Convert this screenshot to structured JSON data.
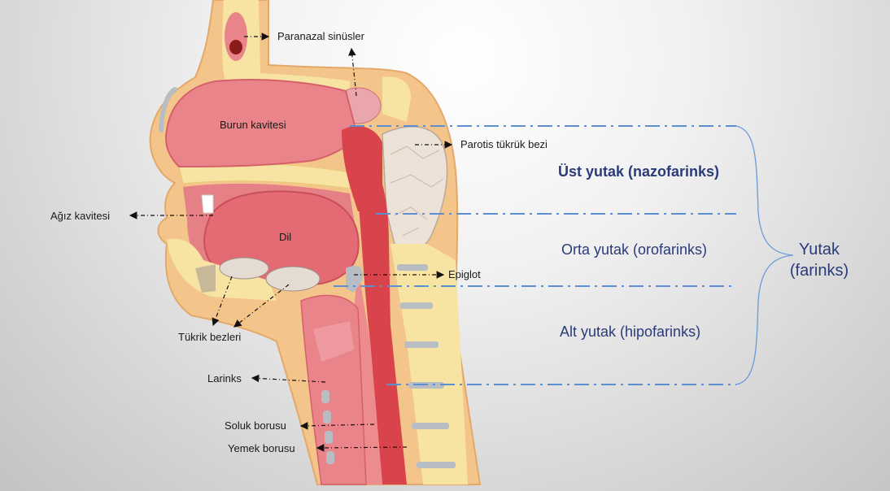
{
  "labels": {
    "paranasal": "Paranazal sinüsler",
    "burun": "Burun kavitesi",
    "parotis": "Parotis tükrük bezi",
    "agiz": "Ağız kavitesi",
    "dil": "Dil",
    "epiglot": "Epiglot",
    "tukrik": "Tükrik bezleri",
    "larinks": "Larinks",
    "soluk": "Soluk borusu",
    "yemek": "Yemek borusu"
  },
  "regions": {
    "ust": "Üst yutak (nazofarinks)",
    "orta": "Orta yutak (orofarinks)",
    "alt": "Alt yutak (hipofarinks)"
  },
  "yutak": {
    "line1": "Yutak",
    "line2": "(farinks)"
  },
  "colors": {
    "region_text": "#2a3b7a",
    "divider": "#5b8fd0",
    "skin": "#f4c58a",
    "bone": "#f7e3a2",
    "cavity": "#e9858a",
    "tissue": "#d9434b"
  }
}
